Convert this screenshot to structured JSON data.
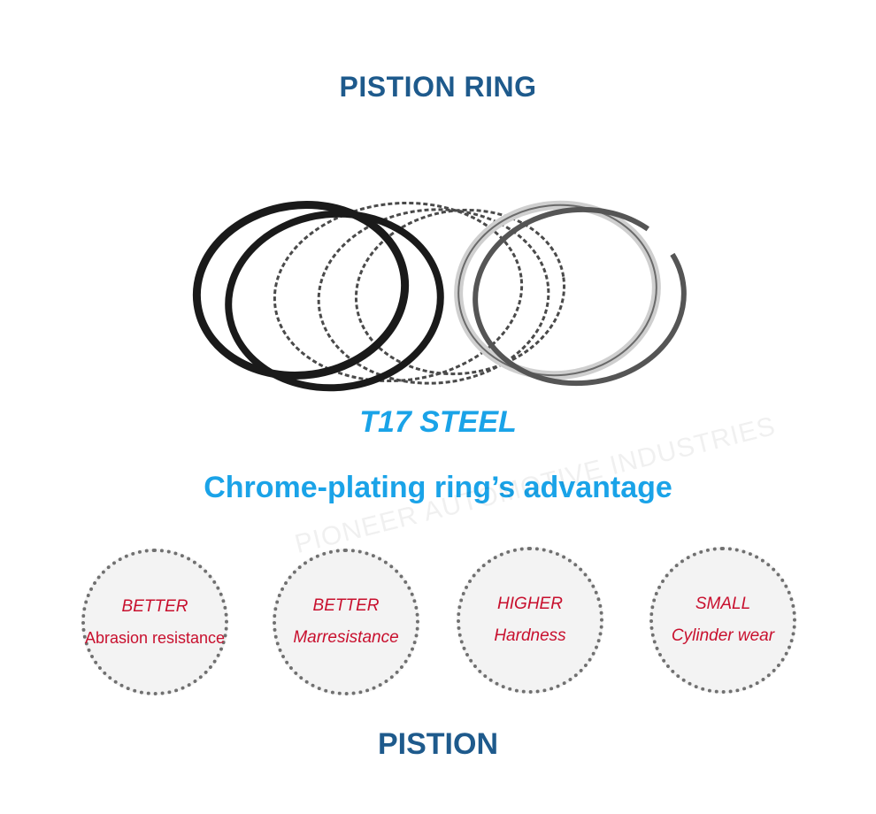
{
  "title": "PISTION RING",
  "material_label": "T17 STEEL",
  "advantage_heading": "Chrome-plating ring’s advantage",
  "watermark": "PIONEER AUTOMOTIVE INDUSTRIES",
  "advantages": [
    {
      "line1": "BETTER",
      "line2": "Abrasion resistance"
    },
    {
      "line1": "BETTER",
      "line2": "Marresistance"
    },
    {
      "line1": "HIGHER",
      "line2": "Hardness"
    },
    {
      "line1": "SMALL",
      "line2": "Cylinder wear"
    }
  ],
  "footer": "PISTION",
  "colors": {
    "title": "#1e5a8c",
    "accent": "#1aa3e8",
    "advantage_text": "#c8102e",
    "ring_dark": "#1a1a1a",
    "ring_silver": "#9a9a9a"
  }
}
